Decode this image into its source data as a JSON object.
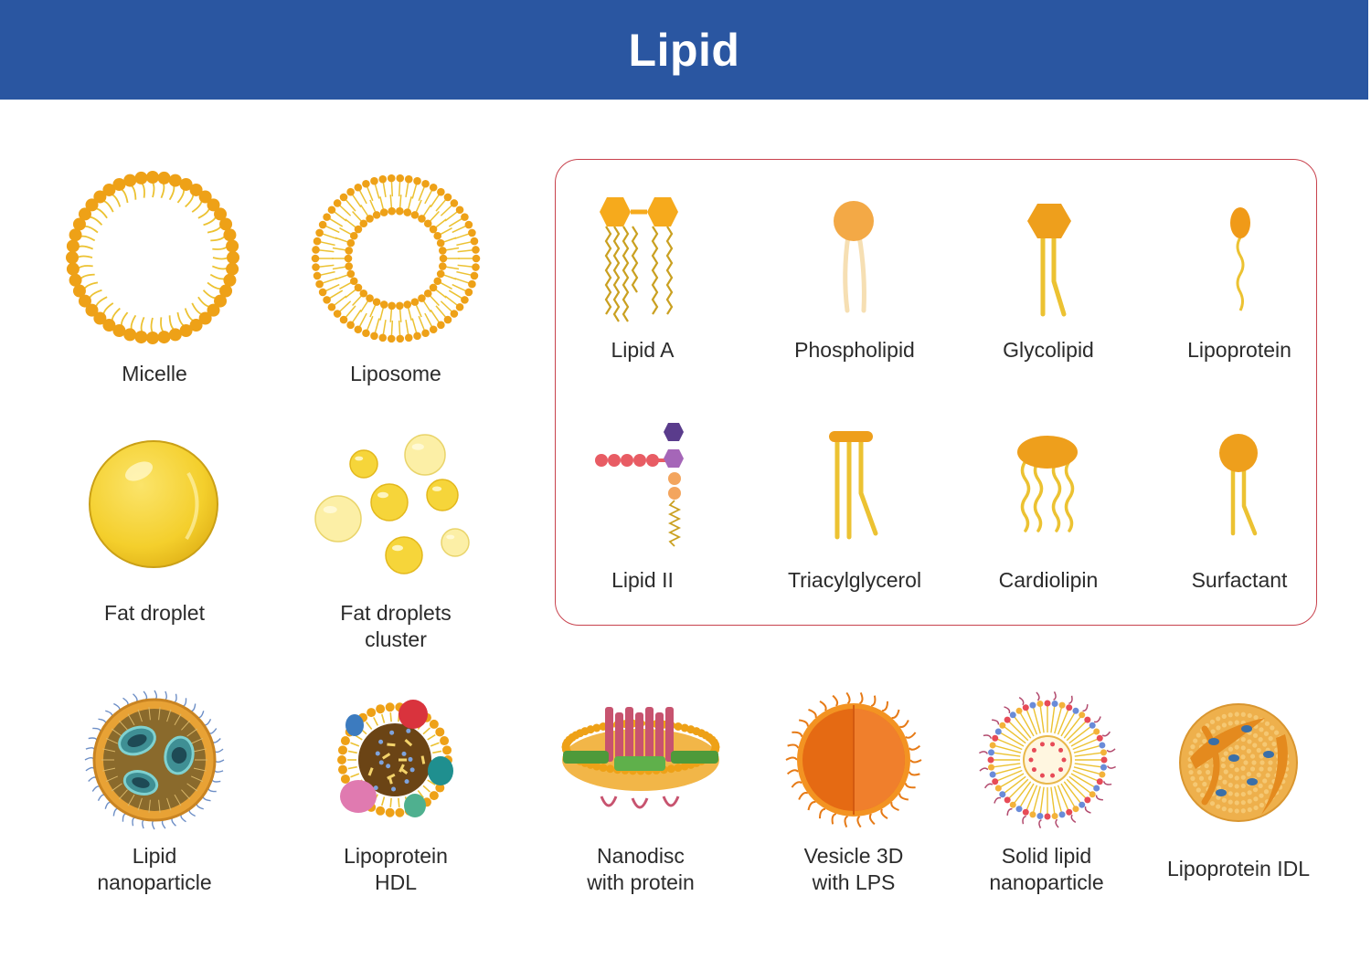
{
  "title": "Lipid",
  "colors": {
    "header": "#2a56a1",
    "panel_border": "#c8424d",
    "lipid_orange": "#e8a022",
    "tail_yellow": "#e8c238",
    "label_text": "#2b2b2b"
  },
  "items": {
    "micelle": {
      "label": "Micelle",
      "icon": "micelle-icon"
    },
    "liposome": {
      "label": "Liposome",
      "icon": "liposome-icon"
    },
    "fat_droplet": {
      "label": "Fat droplet",
      "icon": "fat-droplet-icon"
    },
    "fat_droplets_cluster": {
      "label": "Fat droplets\ncluster",
      "icon": "fat-droplets-cluster-icon"
    },
    "lipid_a": {
      "label": "Lipid A",
      "icon": "lipid-a-icon"
    },
    "phospholipid": {
      "label": "Phospholipid",
      "icon": "phospholipid-icon"
    },
    "glycolipid": {
      "label": "Glycolipid",
      "icon": "glycolipid-icon"
    },
    "lipoprotein": {
      "label": "Lipoprotein",
      "icon": "lipoprotein-icon"
    },
    "lipid_ii": {
      "label": "Lipid II",
      "icon": "lipid-ii-icon"
    },
    "triacylglycerol": {
      "label": "Triacylglycerol",
      "icon": "triacylglycerol-icon"
    },
    "cardiolipin": {
      "label": "Cardiolipin",
      "icon": "cardiolipin-icon"
    },
    "surfactant": {
      "label": "Surfactant",
      "icon": "surfactant-icon"
    },
    "lipid_nanoparticle": {
      "label": "Lipid\nnanoparticle",
      "icon": "lipid-nanoparticle-icon"
    },
    "lipoprotein_hdl": {
      "label": "Lipoprotein\nHDL",
      "icon": "lipoprotein-hdl-icon"
    },
    "nanodisc": {
      "label": "Nanodisc\nwith protein",
      "icon": "nanodisc-icon"
    },
    "vesicle_3d": {
      "label": "Vesicle 3D\nwith LPS",
      "icon": "vesicle-3d-icon"
    },
    "solid_lipid_nanoparticle": {
      "label": "Solid lipid\nnanoparticle",
      "icon": "solid-lipid-nanoparticle-icon"
    },
    "lipoprotein_idl": {
      "label": "Lipoprotein IDL",
      "icon": "lipoprotein-idl-icon"
    }
  }
}
